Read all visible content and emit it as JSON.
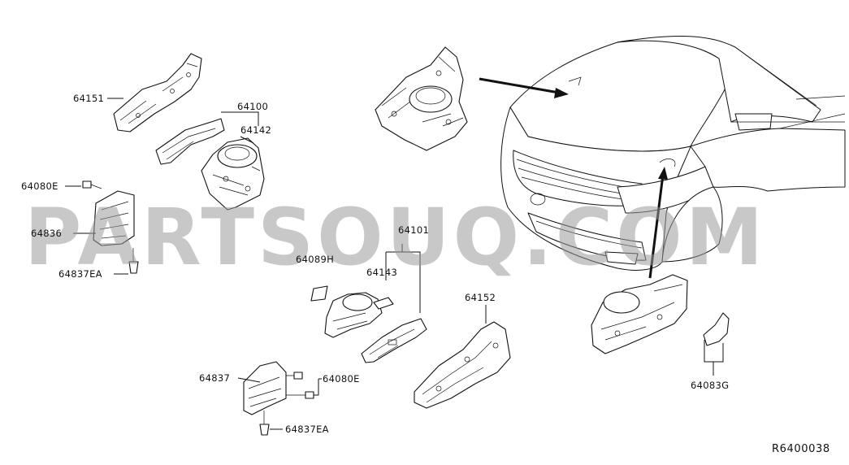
{
  "diagram": {
    "reference_code": "R6400038",
    "watermark": "PARTSOUQ.COM",
    "part_labels": {
      "p64151": "64151",
      "p64100": "64100",
      "p64142": "64142",
      "p64080E_top": "64080E",
      "p64836": "64836",
      "p64837EA_top": "64837EA",
      "p64101": "64101",
      "p64089H": "64089H",
      "p64143": "64143",
      "p64152": "64152",
      "p64837": "64837",
      "p64080E_bottom": "64080E",
      "p64837EA_bottom": "64837EA",
      "p64083G": "64083G"
    }
  }
}
